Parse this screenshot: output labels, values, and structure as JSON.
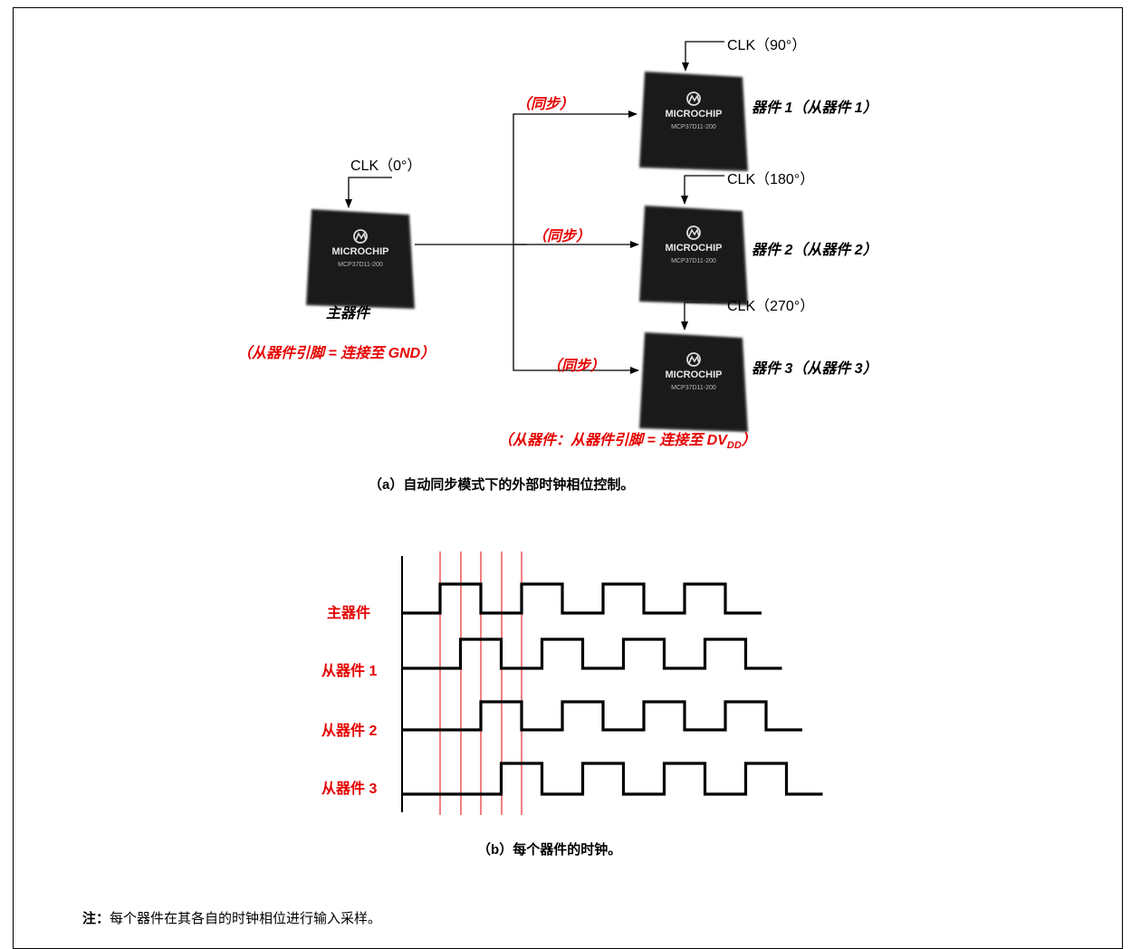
{
  "part_a": {
    "master": {
      "clk_label": "CLK（0°）",
      "name": "主器件",
      "pin_note": "（从器件引脚 = 连接至 GND）"
    },
    "slaves": [
      {
        "clk_label": "CLK（90°）",
        "name": "器件 1（从器件 1）",
        "sync_label": "（同步）"
      },
      {
        "clk_label": "CLK（180°）",
        "name": "器件 2（从器件 2）",
        "sync_label": "（同步）"
      },
      {
        "clk_label": "CLK（270°）",
        "name": "器件 3（从器件 3）",
        "sync_label": "（同步）"
      }
    ],
    "slave_pin_note_prefix": "（从器件：从器件引脚 = 连接至 DV",
    "slave_pin_note_sub": "DD",
    "slave_pin_note_suffix": "）",
    "chip_brand": "MICROCHIP",
    "chip_part": "MCP37D11-200",
    "caption_prefix": "（",
    "caption_letter": "a",
    "caption_text": "）自动同步模式下的外部时钟相位控制。"
  },
  "part_b": {
    "rows": [
      {
        "label": "主器件",
        "phase_deg": 0
      },
      {
        "label": "从器件 1",
        "phase_deg": 90
      },
      {
        "label": "从器件 2",
        "phase_deg": 180
      },
      {
        "label": "从器件 3",
        "phase_deg": 270
      }
    ],
    "caption_prefix": "（",
    "caption_letter": "b",
    "caption_text": "）每个器件的时钟。"
  },
  "note": {
    "label": "注：",
    "text": "每个器件在其各自的时钟相位进行输入采样。"
  },
  "colors": {
    "accent_red": "#e60000",
    "chip_body": "#1a1a1a",
    "line": "#000000"
  }
}
